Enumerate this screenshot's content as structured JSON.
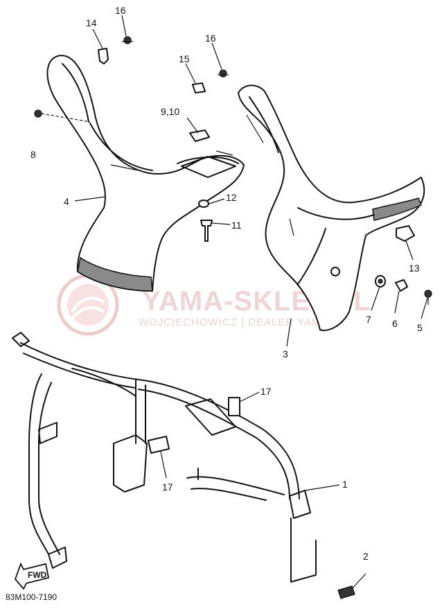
{
  "watermark": {
    "name": "YAMA-SKLEP.PL",
    "subtitle": "WOJCIECHOWICZ | DEALER YAMAHA"
  },
  "diagram_code": "83M100-7190",
  "fwd_label": "FWD",
  "callouts": {
    "c1": "1",
    "c2": "2",
    "c3": "3",
    "c4": "4",
    "c5": "5",
    "c6": "6",
    "c7": "7",
    "c8": "8",
    "c9_10": "9,10",
    "c11": "11",
    "c12": "12",
    "c13": "13",
    "c14": "14",
    "c15": "15",
    "c16a": "16",
    "c16b": "16",
    "c17a": "17",
    "c17b": "17"
  }
}
